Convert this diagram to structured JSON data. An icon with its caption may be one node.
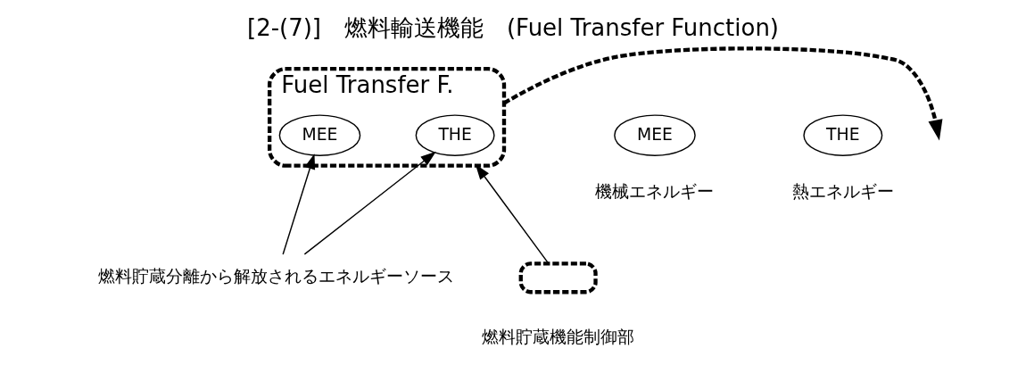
{
  "diagram": {
    "title": "[2-(7)]　燃料輸送機能　(Fuel Transfer Function)",
    "nodes": [
      {
        "text": [
          "Fuel Transfer F."
        ]
      },
      {
        "text": [
          "MEE"
        ],
        "in": 0
      },
      {
        "text": [
          "THE"
        ],
        "in": 0
      },
      {
        "text": [
          "燃料貯蔵分離から解放されるエネルギーソース"
        ]
      },
      {
        "text": [
          "MEE"
        ],
        "beside": [
          "機械エネルギー"
        ]
      },
      {
        "text": [
          "THE"
        ],
        "beside": [
          "熱エネルギー"
        ]
      },
      {
        "text": [],
        "shape": "box",
        "beside": [
          "燃料貯蔵機能制御部"
        ]
      }
    ],
    "edges": [
      {
        "from": 0,
        "to": null,
        "arrow": "to",
        "style": "dashed"
      },
      {
        "from": 3,
        "to": 1,
        "arrow": "to"
      },
      {
        "from": 3,
        "to": 2,
        "arrow": "to"
      },
      {
        "from": 6,
        "to": 0,
        "arrow": "to"
      }
    ]
  }
}
